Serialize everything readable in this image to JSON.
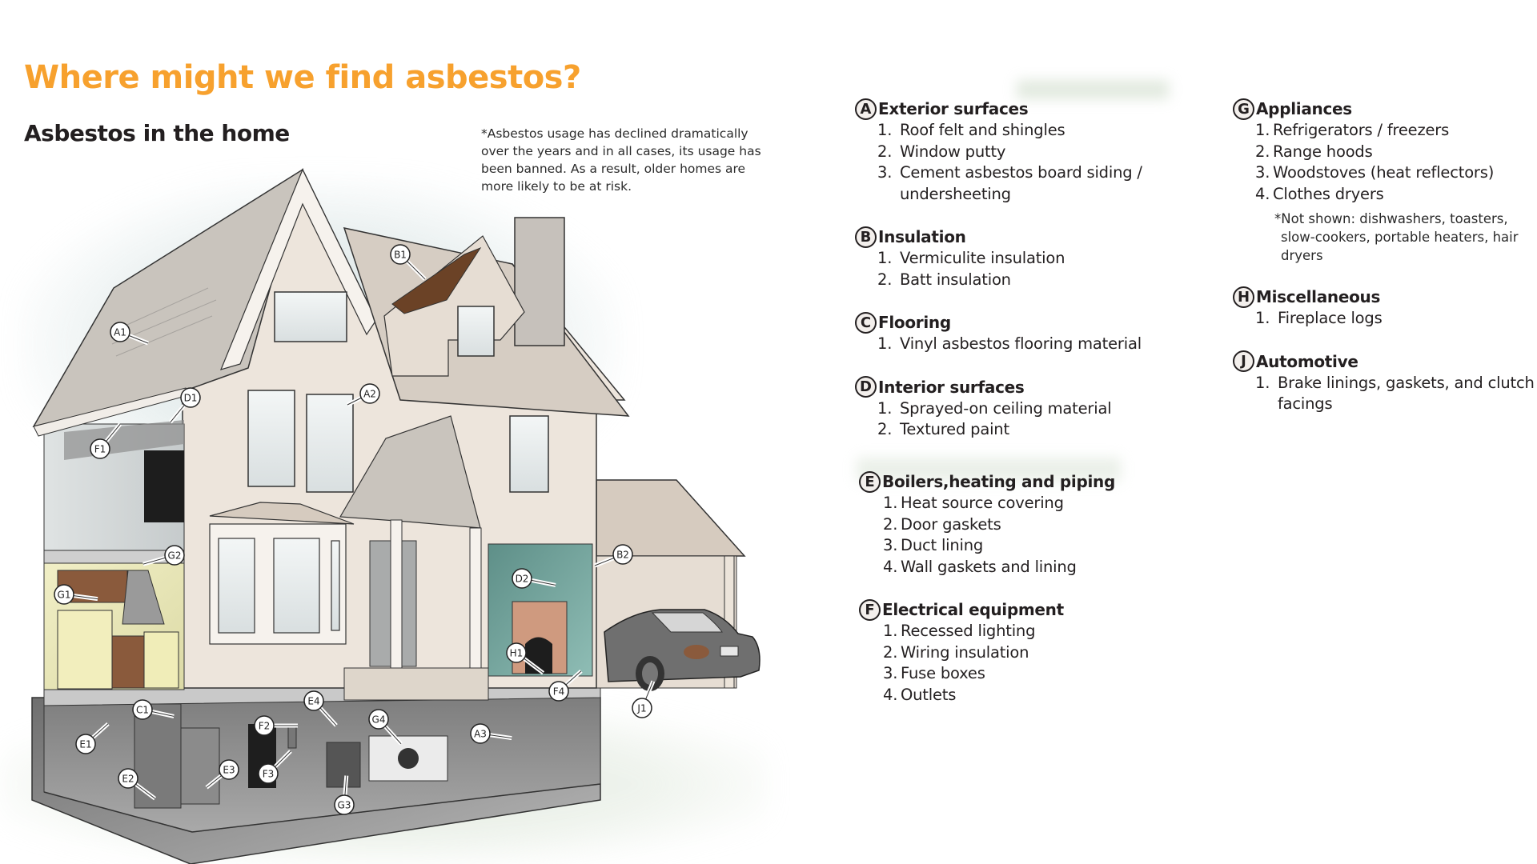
{
  "header": {
    "title": "Where might we find asbestos?",
    "subtitle": "Asbestos in the home",
    "note": "*Asbestos usage has declined dramatically over the years and in all cases, its usage has been banned. As a result, older homes are more likely to be at risk."
  },
  "colors": {
    "title": "#f7a12e",
    "text": "#231f20",
    "wall": "#ede5dc",
    "roof": "#c9c4bd",
    "trim": "#f6f2ed",
    "basement": "#8d8d8d",
    "teal_wall": "#6a9c94",
    "kitchen_wall": "#e8e6b8"
  },
  "legend": {
    "groups": [
      {
        "letter": "A",
        "title": "Exterior surfaces",
        "items": [
          {
            "n": "1.",
            "text": "Roof felt and shingles"
          },
          {
            "n": "2.",
            "text": "Window putty"
          },
          {
            "n": "3.",
            "text": "Cement asbestos board siding / undersheeting"
          }
        ]
      },
      {
        "letter": "B",
        "title": "Insulation",
        "items": [
          {
            "n": "1.",
            "text": "Vermiculite insulation"
          },
          {
            "n": "2.",
            "text": "Batt insulation"
          }
        ]
      },
      {
        "letter": "C",
        "title": "Flooring",
        "items": [
          {
            "n": "1.",
            "text": "Vinyl asbestos flooring material"
          }
        ]
      },
      {
        "letter": "D",
        "title": "Interior surfaces",
        "items": [
          {
            "n": "1.",
            "text": "Sprayed-on ceiling material"
          },
          {
            "n": "2.",
            "text": "Textured paint"
          }
        ]
      },
      {
        "letter": "E",
        "title": "Boilers,heating and piping",
        "items": [
          {
            "n": "1.",
            "text": "Heat source covering"
          },
          {
            "n": "2.",
            "text": "Door gaskets"
          },
          {
            "n": "3.",
            "text": "Duct lining"
          },
          {
            "n": "4.",
            "text": "Wall gaskets and lining"
          }
        ]
      },
      {
        "letter": "F",
        "title": "Electrical equipment",
        "items": [
          {
            "n": "1.",
            "text": "Recessed lighting"
          },
          {
            "n": "2.",
            "text": "Wiring insulation"
          },
          {
            "n": "3.",
            "text": "Fuse boxes"
          },
          {
            "n": "4.",
            "text": "Outlets"
          }
        ]
      },
      {
        "letter": "G",
        "title": "Appliances",
        "items": [
          {
            "n": "1.",
            "text": "Refrigerators / freezers"
          },
          {
            "n": "2.",
            "text": "Range hoods"
          },
          {
            "n": "3.",
            "text": "Woodstoves (heat reflectors)"
          },
          {
            "n": "4.",
            "text": "Clothes dryers"
          }
        ],
        "note": "*Not shown: dishwashers, toasters, slow-cookers, portable heaters, hair dryers"
      },
      {
        "letter": "H",
        "title": "Miscellaneous",
        "items": [
          {
            "n": "1.",
            "text": "Fireplace logs"
          }
        ]
      },
      {
        "letter": "J",
        "title": "Automotive",
        "items": [
          {
            "n": "1.",
            "text": "Brake linings, gaskets, and clutch facings"
          }
        ]
      }
    ]
  },
  "callouts": [
    "A1",
    "A2",
    "A3",
    "B1",
    "B2",
    "C1",
    "D1",
    "D2",
    "E1",
    "E2",
    "E3",
    "E4",
    "F1",
    "F2",
    "F3",
    "F4",
    "G1",
    "G2",
    "G3",
    "G4",
    "H1",
    "J1"
  ]
}
